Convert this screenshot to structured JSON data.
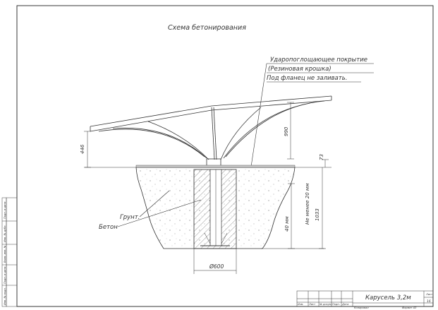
{
  "title": "Схема бетонирования",
  "annotation": {
    "line1": "Ударопоглощающее покрытие",
    "line2": "(Резиновая крошка)",
    "line3": "Под фланец не заливать."
  },
  "labels": {
    "ground": "Грунт.",
    "concrete": "Бетон"
  },
  "dimensions": {
    "seat_height": "446",
    "post_height": "990",
    "above_ground": "73",
    "min_depth": "40 мм",
    "min_depth2": "Не менее 20 мм",
    "foundation_depth": "1033",
    "pit_diameter": "Ø600"
  },
  "title_block": {
    "product": "Карусель 3,2м",
    "sheet_label": "Лист",
    "sheet_number": "16",
    "format": "Формат   А3",
    "copied": "Копировал",
    "cols": [
      "Изм.",
      "Лист",
      "№ докум.",
      "Подп.",
      "Дата"
    ]
  },
  "side_stamps": [
    "Инв. № подл.",
    "Подп. и дата",
    "Взам. инв. №",
    "Инв. № дубл.",
    "Подп. и дата"
  ]
}
